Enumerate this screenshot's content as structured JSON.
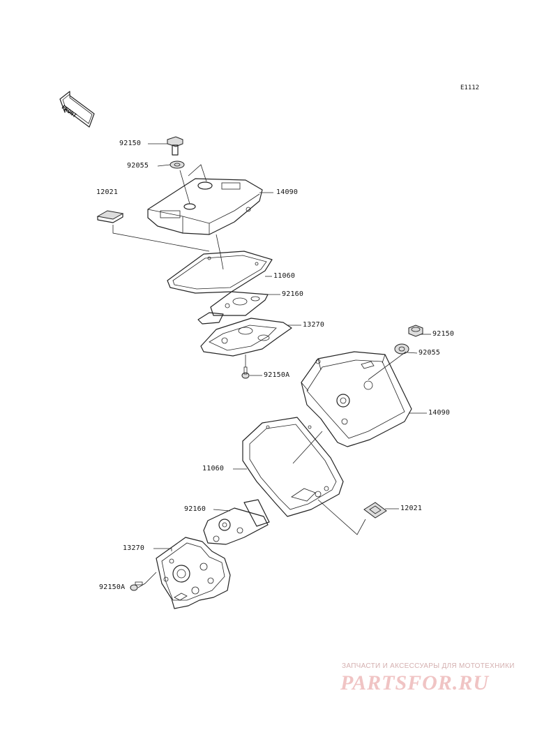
{
  "diagram_code": "E1112",
  "front_label": "FRONT",
  "upper_assembly": {
    "labels": [
      {
        "key": "bolt",
        "text": "92150"
      },
      {
        "key": "washer",
        "text": "92055"
      },
      {
        "key": "cap",
        "text": "12021"
      },
      {
        "key": "cover",
        "text": "14090"
      },
      {
        "key": "gasket",
        "text": "11060"
      },
      {
        "key": "packing",
        "text": "92160"
      },
      {
        "key": "plate",
        "text": "13270"
      },
      {
        "key": "screw",
        "text": "92150A"
      }
    ]
  },
  "lower_assembly": {
    "labels": [
      {
        "key": "bolt",
        "text": "92150"
      },
      {
        "key": "washer",
        "text": "92055"
      },
      {
        "key": "cover",
        "text": "14090"
      },
      {
        "key": "gasket",
        "text": "11060"
      },
      {
        "key": "cap",
        "text": "12021"
      },
      {
        "key": "packing",
        "text": "92160"
      },
      {
        "key": "plate",
        "text": "13270"
      },
      {
        "key": "screw",
        "text": "92150A"
      }
    ]
  },
  "watermark": {
    "text": "ЗАПЧАСТИ И АКСЕССУАРЫ ДЛЯ МОТОТЕХНИКИ",
    "logo": "PARTSFOR.RU"
  }
}
